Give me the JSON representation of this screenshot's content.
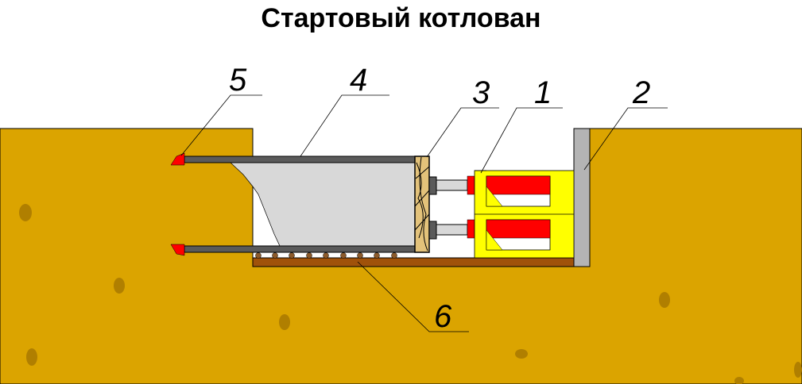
{
  "title": "Стартовый котлован",
  "labels": {
    "n1": "1",
    "n2": "2",
    "n3": "3",
    "n4": "4",
    "n5": "5",
    "n6": "6"
  },
  "colors": {
    "ground": "#DBA400",
    "pipe": "#5A5A5A",
    "concrete": "#D8D8D8",
    "jack": "#FFFF00",
    "cylinder": "#FF0000",
    "wall": "#B4B4B4",
    "plate": "#A0520A",
    "wood": "#E3C27A"
  }
}
